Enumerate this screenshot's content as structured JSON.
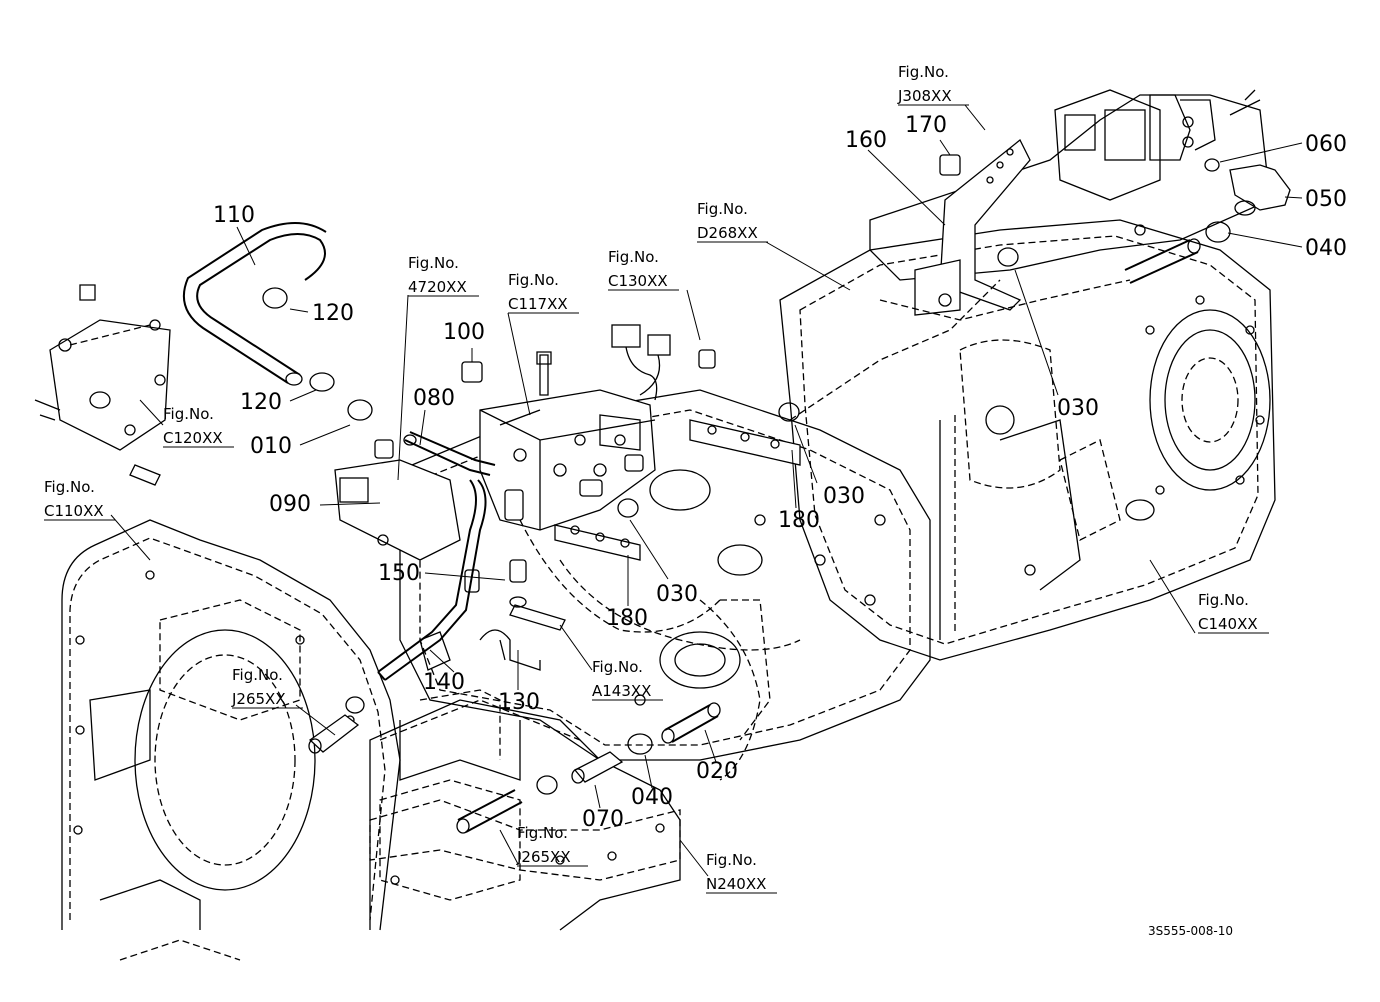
{
  "parts": {
    "p110": "110",
    "p120a": "120",
    "p120b": "120",
    "p010": "010",
    "p080": "080",
    "p100": "100",
    "p090": "090",
    "p150": "150",
    "p140": "140",
    "p130": "130",
    "p070": "070",
    "p040a": "040",
    "p020": "020",
    "p030a": "030",
    "p180a": "180",
    "p180b": "180",
    "p030b": "030",
    "p030c": "030",
    "p160": "160",
    "p170": "170",
    "p060": "060",
    "p050": "050",
    "p040b": "040"
  },
  "figures": {
    "label": "Fig.No.",
    "c120": "C120XX",
    "c110": "C110XX",
    "f4720": "4720XX",
    "c117": "C117XX",
    "c130": "C130XX",
    "d268": "D268XX",
    "j308": "J308XX",
    "c140": "C140XX",
    "a143": "A143XX",
    "j265a": "J265XX",
    "j265b": "J265XX",
    "n240": "N240XX"
  },
  "drawing_code": "3S555-008-10"
}
